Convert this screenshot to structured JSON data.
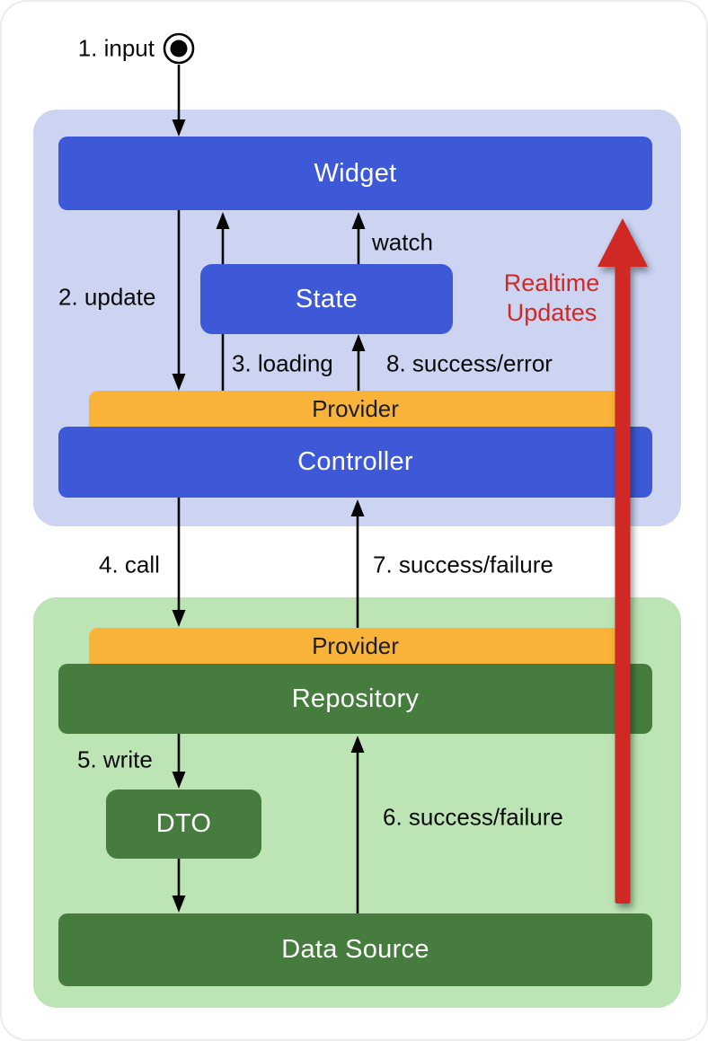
{
  "diagram": {
    "type": "architecture-flow",
    "nodes": {
      "widget": "Widget",
      "state": "State",
      "provider_ui": "Provider",
      "controller": "Controller",
      "provider_data": "Provider",
      "repository": "Repository",
      "dto": "DTO",
      "data_source": "Data Source"
    },
    "edge_labels": {
      "input": "1. input",
      "update": "2. update",
      "loading": "3. loading",
      "watch": "watch",
      "success_error_8": "8. success/error",
      "call": "4. call",
      "success_failure_7": "7. success/failure",
      "write": "5. write",
      "success_failure_6": "6. success/failure",
      "realtime_line1": "Realtime",
      "realtime_line2": "Updates"
    },
    "colors": {
      "node_blue": "#3d59d8",
      "panel_blue": "#ccd4f2",
      "provider_orange": "#f9b338",
      "node_green": "#467d3e",
      "panel_green": "#bce4b5",
      "realtime_red": "#d02824",
      "line_black": "#060606",
      "node_text": "#ffffff",
      "provider_text": "#1d1d26",
      "label_text": "#0a0a0a"
    }
  }
}
